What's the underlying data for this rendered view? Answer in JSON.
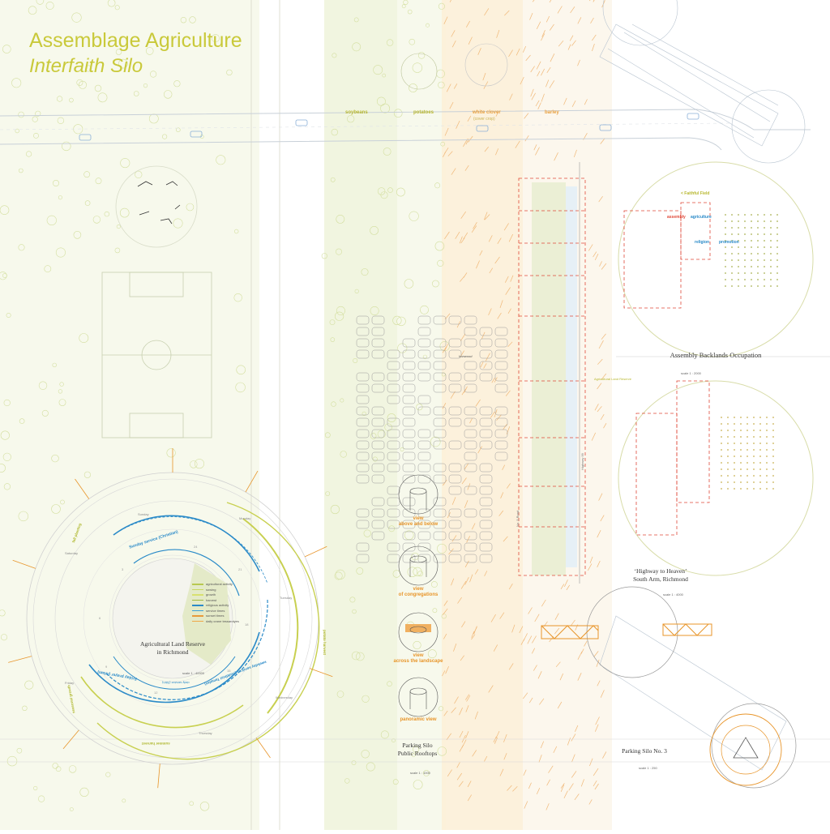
{
  "title": {
    "line1": "Assemblage Agriculture",
    "line2": "Interfaith Silo"
  },
  "crops": [
    {
      "label": "soybeans"
    },
    {
      "label": "potatoes"
    },
    {
      "label": "white clover",
      "sub": "(cover crop)"
    },
    {
      "label": "barley"
    }
  ],
  "views": [
    {
      "label": "view\nabove and below"
    },
    {
      "label": "view\nof congregations"
    },
    {
      "label": "view\nacross the landscape"
    },
    {
      "label": "panoramic view"
    }
  ],
  "faithful_field": "< Faithful Field",
  "labels_blue": {
    "assembly": "assembly",
    "agriculture": "agriculture",
    "religion": "religion",
    "promotion": "promotion"
  },
  "assembly_backlands": "Assembly Backlands Occupation",
  "scale_1": "scale 1 : 2000",
  "highway_heaven": {
    "line1": "‘Highway to Heaven’",
    "line2": "South Arm, Richmond"
  },
  "scale_2": "scale 1 : 4000",
  "parking_silo_public": {
    "line1": "Parking Silo",
    "line2": "Public Rooftops"
  },
  "scale_3": "scale 1 : 1000",
  "parking_silo_3": "Parking Silo No. 3",
  "scale_4": "scale 1 : 250",
  "alr": {
    "line1": "Agricultural Land Reserve",
    "line2": "in Richmond"
  },
  "scale_5": "scale 1 : 40000",
  "alr_small": "Agricultural Land Reserve",
  "highway_99": "Highway 99",
  "no5_road": "No. 5 Road",
  "ironwood": "Ironwood",
  "legend": [
    {
      "label": "agricultural activity",
      "color": "#b8c850"
    },
    {
      "label": "sowing",
      "color": "#c8d860"
    },
    {
      "label": "growth",
      "color": "#d8e070"
    },
    {
      "label": "harvest",
      "color": "#a0b840"
    },
    {
      "label": "religious activity",
      "color": "#2a8ac8"
    },
    {
      "label": "service times",
      "color": "#3aa0d8"
    },
    {
      "label": "sunset times",
      "color": "#e89a3a"
    },
    {
      "label": "daily crane tessarotyes",
      "color": "#f0a848"
    }
  ],
  "ring_labels": {
    "sunday_service": "Sunday service (Christian)",
    "friday_prayer": "Friday prayer (Islam)",
    "daily_service": "daily service (Sikh)",
    "weekday_services": "weekday services (Buddhist Temples)",
    "fall_planting": "fall planting",
    "summer_harvest": "summer harvest",
    "potato_harvest": "potato harvest",
    "seasonal_growth": "seasonal growth"
  },
  "days": [
    "Sunday",
    "Monday",
    "Tuesday",
    "Wednesday",
    "Thursday",
    "Friday",
    "Saturday"
  ],
  "hours": [
    "24",
    "21",
    "18",
    "15",
    "12",
    "9",
    "6",
    "3"
  ],
  "colors": {
    "yellow": "#c9c93a",
    "orange": "#e8952a",
    "blue": "#2a8ac8",
    "red": "#e04a3a",
    "green": "#a8c850"
  }
}
